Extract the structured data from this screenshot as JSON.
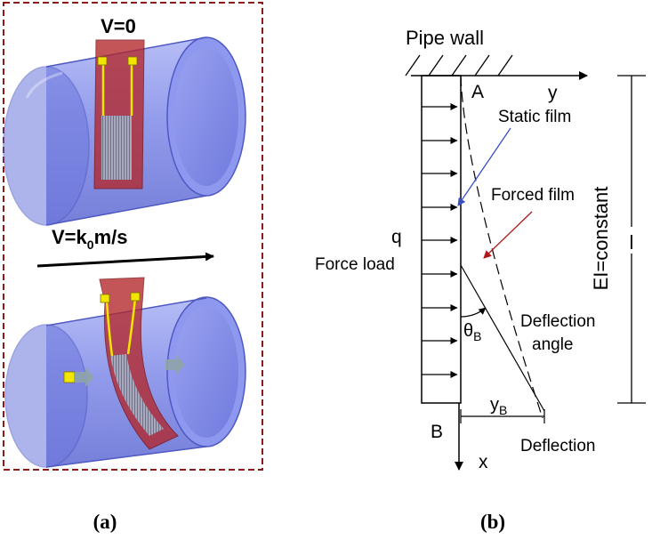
{
  "panel_a": {
    "label_top": "V=0",
    "label_flow_prefix": "V=k",
    "label_flow_sub": "0",
    "label_flow_suffix": "m/s",
    "caption": "(a)"
  },
  "panel_b": {
    "pipe_wall": "Pipe wall",
    "point_a": "A",
    "point_b": "B",
    "axis_x": "x",
    "axis_y": "y",
    "static_film": "Static film",
    "forced_film": "Forced film",
    "q": "q",
    "force_load": "Force load",
    "ei": "EI=constant",
    "length": "l",
    "theta": "θ",
    "theta_sub": "B",
    "deflection_angle_1": "Deflection",
    "deflection_angle_2": "angle",
    "yb": "y",
    "yb_sub": "B",
    "deflection": "Deflection",
    "caption": "(b)"
  },
  "colors": {
    "dashed_border": "#8b1a1a",
    "pipe_blue": "#7a85e6",
    "film_red": "#b3262a",
    "electrode_yellow": "#f2e600",
    "blue_arrow": "#3a4fc4",
    "red_arrow": "#b01818"
  }
}
